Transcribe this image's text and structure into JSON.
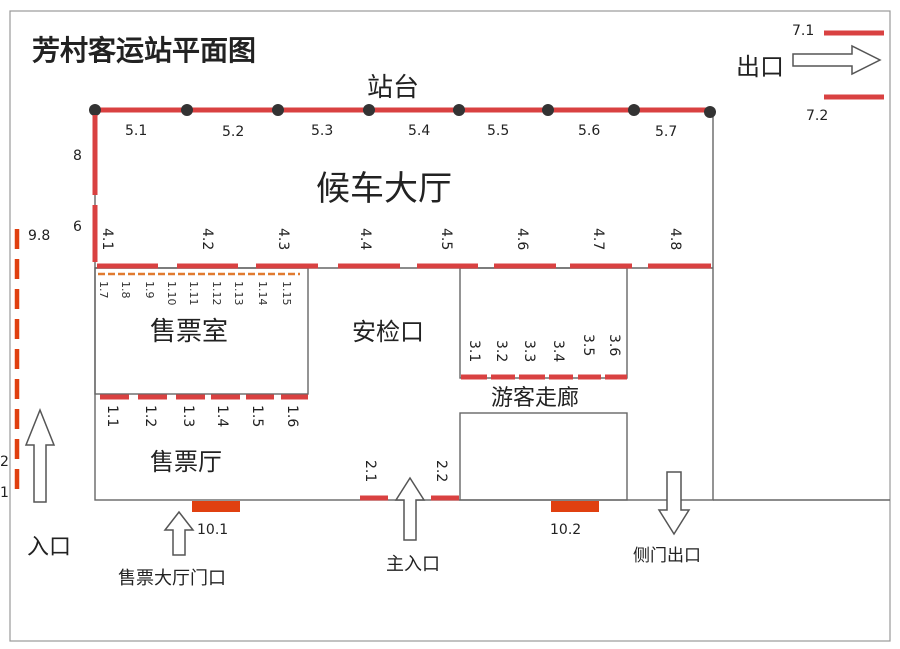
{
  "title": "芳村客运站平面图",
  "areas": {
    "platform": "站台",
    "waiting_hall": "候车大厅",
    "ticket_office": "售票室",
    "security": "安检口",
    "ticket_hall": "售票厅",
    "corridor": "游客走廊"
  },
  "exits": {
    "exit": "出口",
    "entrance": "入口",
    "main_entrance": "主入口",
    "ticket_hall_gate": "售票大厅门口",
    "side_exit": "侧门出口"
  },
  "labels": {
    "platform_gates": [
      "5.1",
      "5.2",
      "5.3",
      "5.4",
      "5.5",
      "5.6",
      "5.7"
    ],
    "waiting_gates": [
      "4.1",
      "4.2",
      "4.3",
      "4.4",
      "4.5",
      "4.6",
      "4.7",
      "4.8"
    ],
    "office_small": [
      "1.7",
      "1.8",
      "1.9",
      "1.10",
      "1.11",
      "1.12",
      "1.13",
      "1.14",
      "1.15"
    ],
    "ticket_windows": [
      "1.1",
      "1.2",
      "1.3",
      "1.4",
      "1.5",
      "1.6"
    ],
    "corridor_gates": [
      "3.1",
      "3.2",
      "3.3",
      "3.4",
      "3.5",
      "3.6"
    ],
    "main_gates": [
      "2.1",
      "2.2"
    ],
    "bottom_gates": [
      "10.1",
      "10.2"
    ],
    "exit_gates": [
      "7.1",
      "7.2"
    ],
    "left_wall": [
      "8",
      "6"
    ],
    "entrance_side": [
      "9.8",
      "2",
      "1"
    ]
  },
  "colors": {
    "red": "#d94141",
    "orange": "#e04010",
    "line": "#666666",
    "dot": "#333333"
  }
}
